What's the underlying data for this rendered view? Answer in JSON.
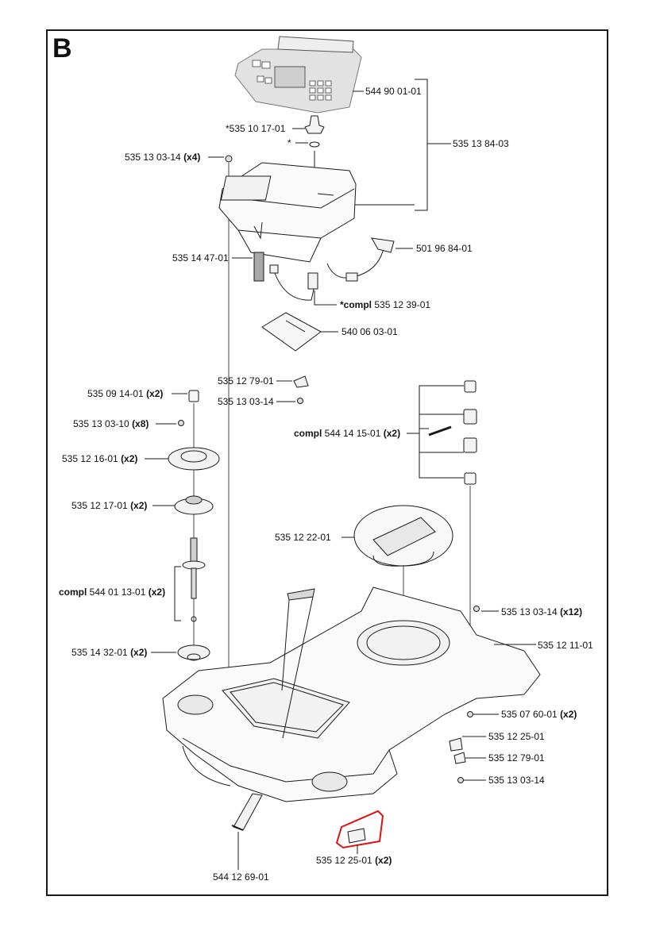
{
  "section_letter": "B",
  "labels": {
    "l01": {
      "pre": "",
      "num": "544 90 01-01",
      "qty": ""
    },
    "l02": {
      "pre": "",
      "num": "*535 10 17-01",
      "qty": ""
    },
    "l03": {
      "pre": "",
      "num": "*",
      "qty": ""
    },
    "l04": {
      "pre": "",
      "num": "535 13 84-03",
      "qty": ""
    },
    "l05": {
      "pre": "",
      "num": "535 13 03-14 ",
      "qty": "(x4)"
    },
    "l06": {
      "pre": "",
      "num": "501 96 84-01",
      "qty": ""
    },
    "l07": {
      "pre": "",
      "num": "535 14 47-01",
      "qty": ""
    },
    "l08": {
      "pre": "*compl ",
      "num": "535 12 39-01",
      "qty": ""
    },
    "l09": {
      "pre": "",
      "num": "540 06 03-01",
      "qty": ""
    },
    "l10": {
      "pre": "",
      "num": "535 12 79-01",
      "qty": ""
    },
    "l11": {
      "pre": "",
      "num": "535 13 03-14",
      "qty": ""
    },
    "l12": {
      "pre": "",
      "num": "535 09 14-01 ",
      "qty": "(x2)"
    },
    "l13": {
      "pre": "",
      "num": "535 13 03-10 ",
      "qty": "(x8)"
    },
    "l14": {
      "pre": "compl ",
      "num": "544 14 15-01 ",
      "qty": "(x2)"
    },
    "l15": {
      "pre": "",
      "num": "535 12 16-01 ",
      "qty": "(x2)"
    },
    "l16": {
      "pre": "",
      "num": "535 12 17-01 ",
      "qty": "(x2)"
    },
    "l17": {
      "pre": "",
      "num": "535 12 22-01",
      "qty": ""
    },
    "l18": {
      "pre": "compl ",
      "num": "544 01 13-01 ",
      "qty": "(x2)"
    },
    "l19": {
      "pre": "",
      "num": "535 13 03-14 ",
      "qty": "(x12)"
    },
    "l20": {
      "pre": "",
      "num": "535 14 32-01 ",
      "qty": "(x2)"
    },
    "l21": {
      "pre": "",
      "num": "535 12 11-01",
      "qty": ""
    },
    "l22": {
      "pre": "",
      "num": "535 07 60-01 ",
      "qty": "(x2)"
    },
    "l23": {
      "pre": "",
      "num": "535 12 25-01",
      "qty": ""
    },
    "l24": {
      "pre": "",
      "num": "535 12 79-01",
      "qty": ""
    },
    "l25": {
      "pre": "",
      "num": "535 13 03-14",
      "qty": ""
    },
    "l26": {
      "pre": "",
      "num": "535 12 25-01 ",
      "qty": "(x2)"
    },
    "l27": {
      "pre": "",
      "num": "544 12 69-01",
      "qty": ""
    }
  },
  "colors": {
    "line": "#1a1a1a",
    "panel": "#e2e2e2",
    "highlight": "#e01010"
  }
}
